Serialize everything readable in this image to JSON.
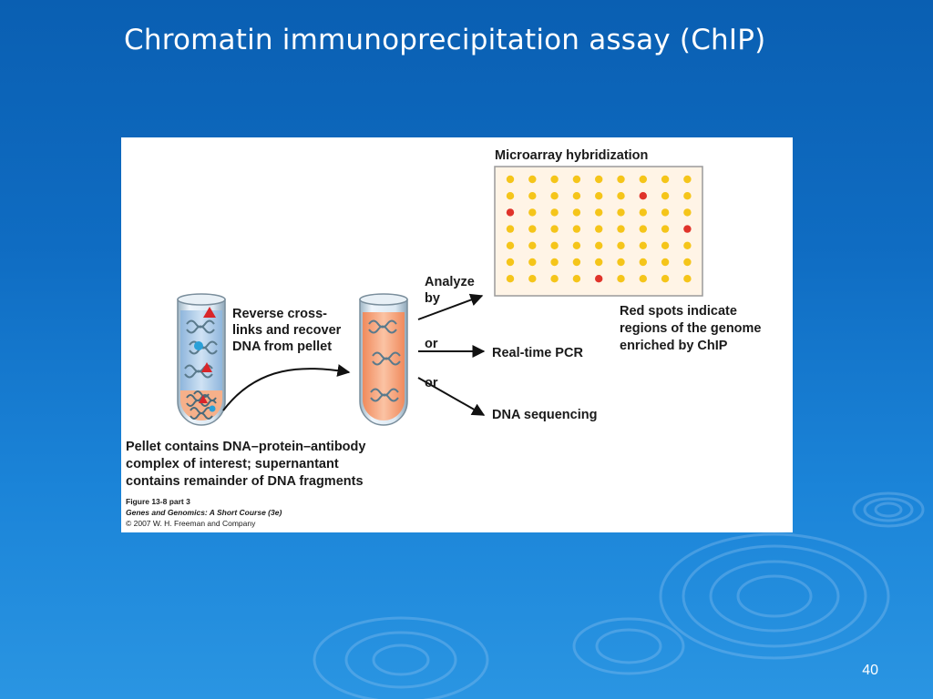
{
  "slide": {
    "title": "Chromatin immunoprecipitation assay (ChIP)",
    "number": "40"
  },
  "figure": {
    "microarray_title": "Microarray hybridization",
    "microarray_grid": {
      "rows": 7,
      "cols": 9,
      "spot_color": "#f5c51a",
      "highlight_color": "#e0332a",
      "red_spots": [
        [
          1,
          6
        ],
        [
          2,
          0
        ],
        [
          3,
          8
        ],
        [
          6,
          4
        ]
      ]
    },
    "red_spots_note": [
      "Red spots indicate",
      "regions of the genome",
      "enriched by ChIP"
    ],
    "step_label": [
      "Reverse cross-",
      "links and recover",
      "DNA from pellet"
    ],
    "analyze_label": [
      "Analyze",
      "by"
    ],
    "or_label_1": "or",
    "or_label_2": "or",
    "method_pcr": "Real-time PCR",
    "method_seq": "DNA sequencing",
    "pellet_caption": [
      "Pellet contains DNA–protein–antibody",
      "complex of interest; supernantant",
      "contains remainder of DNA fragments"
    ],
    "credit_line_1": "Figure 13-8 part 3",
    "credit_line_2": "Genes and Genomics: A Short Course (3e)",
    "credit_line_3": "© 2007 W. H. Freeman and Company"
  },
  "colors": {
    "slide_background": "#0f6cc2",
    "tube_liquid_left": "#bcd6f0",
    "tube_pellet": "#f6b08a",
    "tube_liquid_right": "#f7a07a",
    "dna_strand": "#5a7a8c"
  }
}
